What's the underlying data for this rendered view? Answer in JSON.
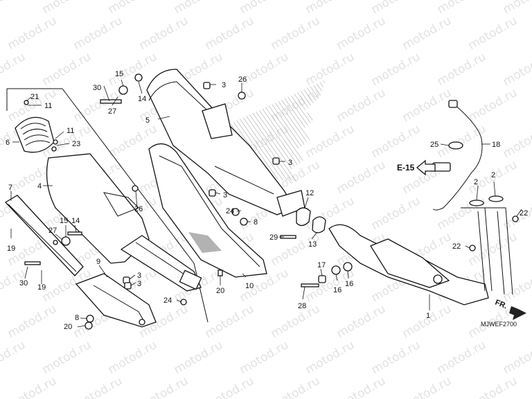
{
  "watermark": "motod.ru",
  "diagram_code": "MJWEF2700",
  "reference": "E-15",
  "direction": "FR.",
  "callouts": [
    {
      "id": "c1",
      "text": "1"
    },
    {
      "id": "c2a",
      "text": "2"
    },
    {
      "id": "c2b",
      "text": "2"
    },
    {
      "id": "c3a",
      "text": "3"
    },
    {
      "id": "c3b",
      "text": "3"
    },
    {
      "id": "c3c",
      "text": "3"
    },
    {
      "id": "c3d",
      "text": "3"
    },
    {
      "id": "c3e",
      "text": "3"
    },
    {
      "id": "c4",
      "text": "4"
    },
    {
      "id": "c5",
      "text": "5"
    },
    {
      "id": "c6",
      "text": "6"
    },
    {
      "id": "c7",
      "text": "7"
    },
    {
      "id": "c8a",
      "text": "8"
    },
    {
      "id": "c8b",
      "text": "8"
    },
    {
      "id": "c9",
      "text": "9"
    },
    {
      "id": "c10",
      "text": "10"
    },
    {
      "id": "c11a",
      "text": "11"
    },
    {
      "id": "c11b",
      "text": "11"
    },
    {
      "id": "c12",
      "text": "12"
    },
    {
      "id": "c13",
      "text": "13"
    },
    {
      "id": "c14a",
      "text": "14"
    },
    {
      "id": "c14b",
      "text": "14"
    },
    {
      "id": "c15a",
      "text": "15"
    },
    {
      "id": "c15b",
      "text": "15"
    },
    {
      "id": "c16a",
      "text": "16"
    },
    {
      "id": "c16b",
      "text": "16"
    },
    {
      "id": "c17",
      "text": "17"
    },
    {
      "id": "c18",
      "text": "18"
    },
    {
      "id": "c19a",
      "text": "19"
    },
    {
      "id": "c19b",
      "text": "19"
    },
    {
      "id": "c20a",
      "text": "20"
    },
    {
      "id": "c20b",
      "text": "20"
    },
    {
      "id": "c21",
      "text": "21"
    },
    {
      "id": "c22a",
      "text": "22"
    },
    {
      "id": "c22b",
      "text": "22"
    },
    {
      "id": "c23",
      "text": "23"
    },
    {
      "id": "c24a",
      "text": "24"
    },
    {
      "id": "c24b",
      "text": "24"
    },
    {
      "id": "c25",
      "text": "25"
    },
    {
      "id": "c26a",
      "text": "26"
    },
    {
      "id": "c26b",
      "text": "26"
    },
    {
      "id": "c27a",
      "text": "27"
    },
    {
      "id": "c27b",
      "text": "27"
    },
    {
      "id": "c28",
      "text": "28"
    },
    {
      "id": "c29",
      "text": "29"
    },
    {
      "id": "c30a",
      "text": "30"
    },
    {
      "id": "c30b",
      "text": "30"
    }
  ]
}
